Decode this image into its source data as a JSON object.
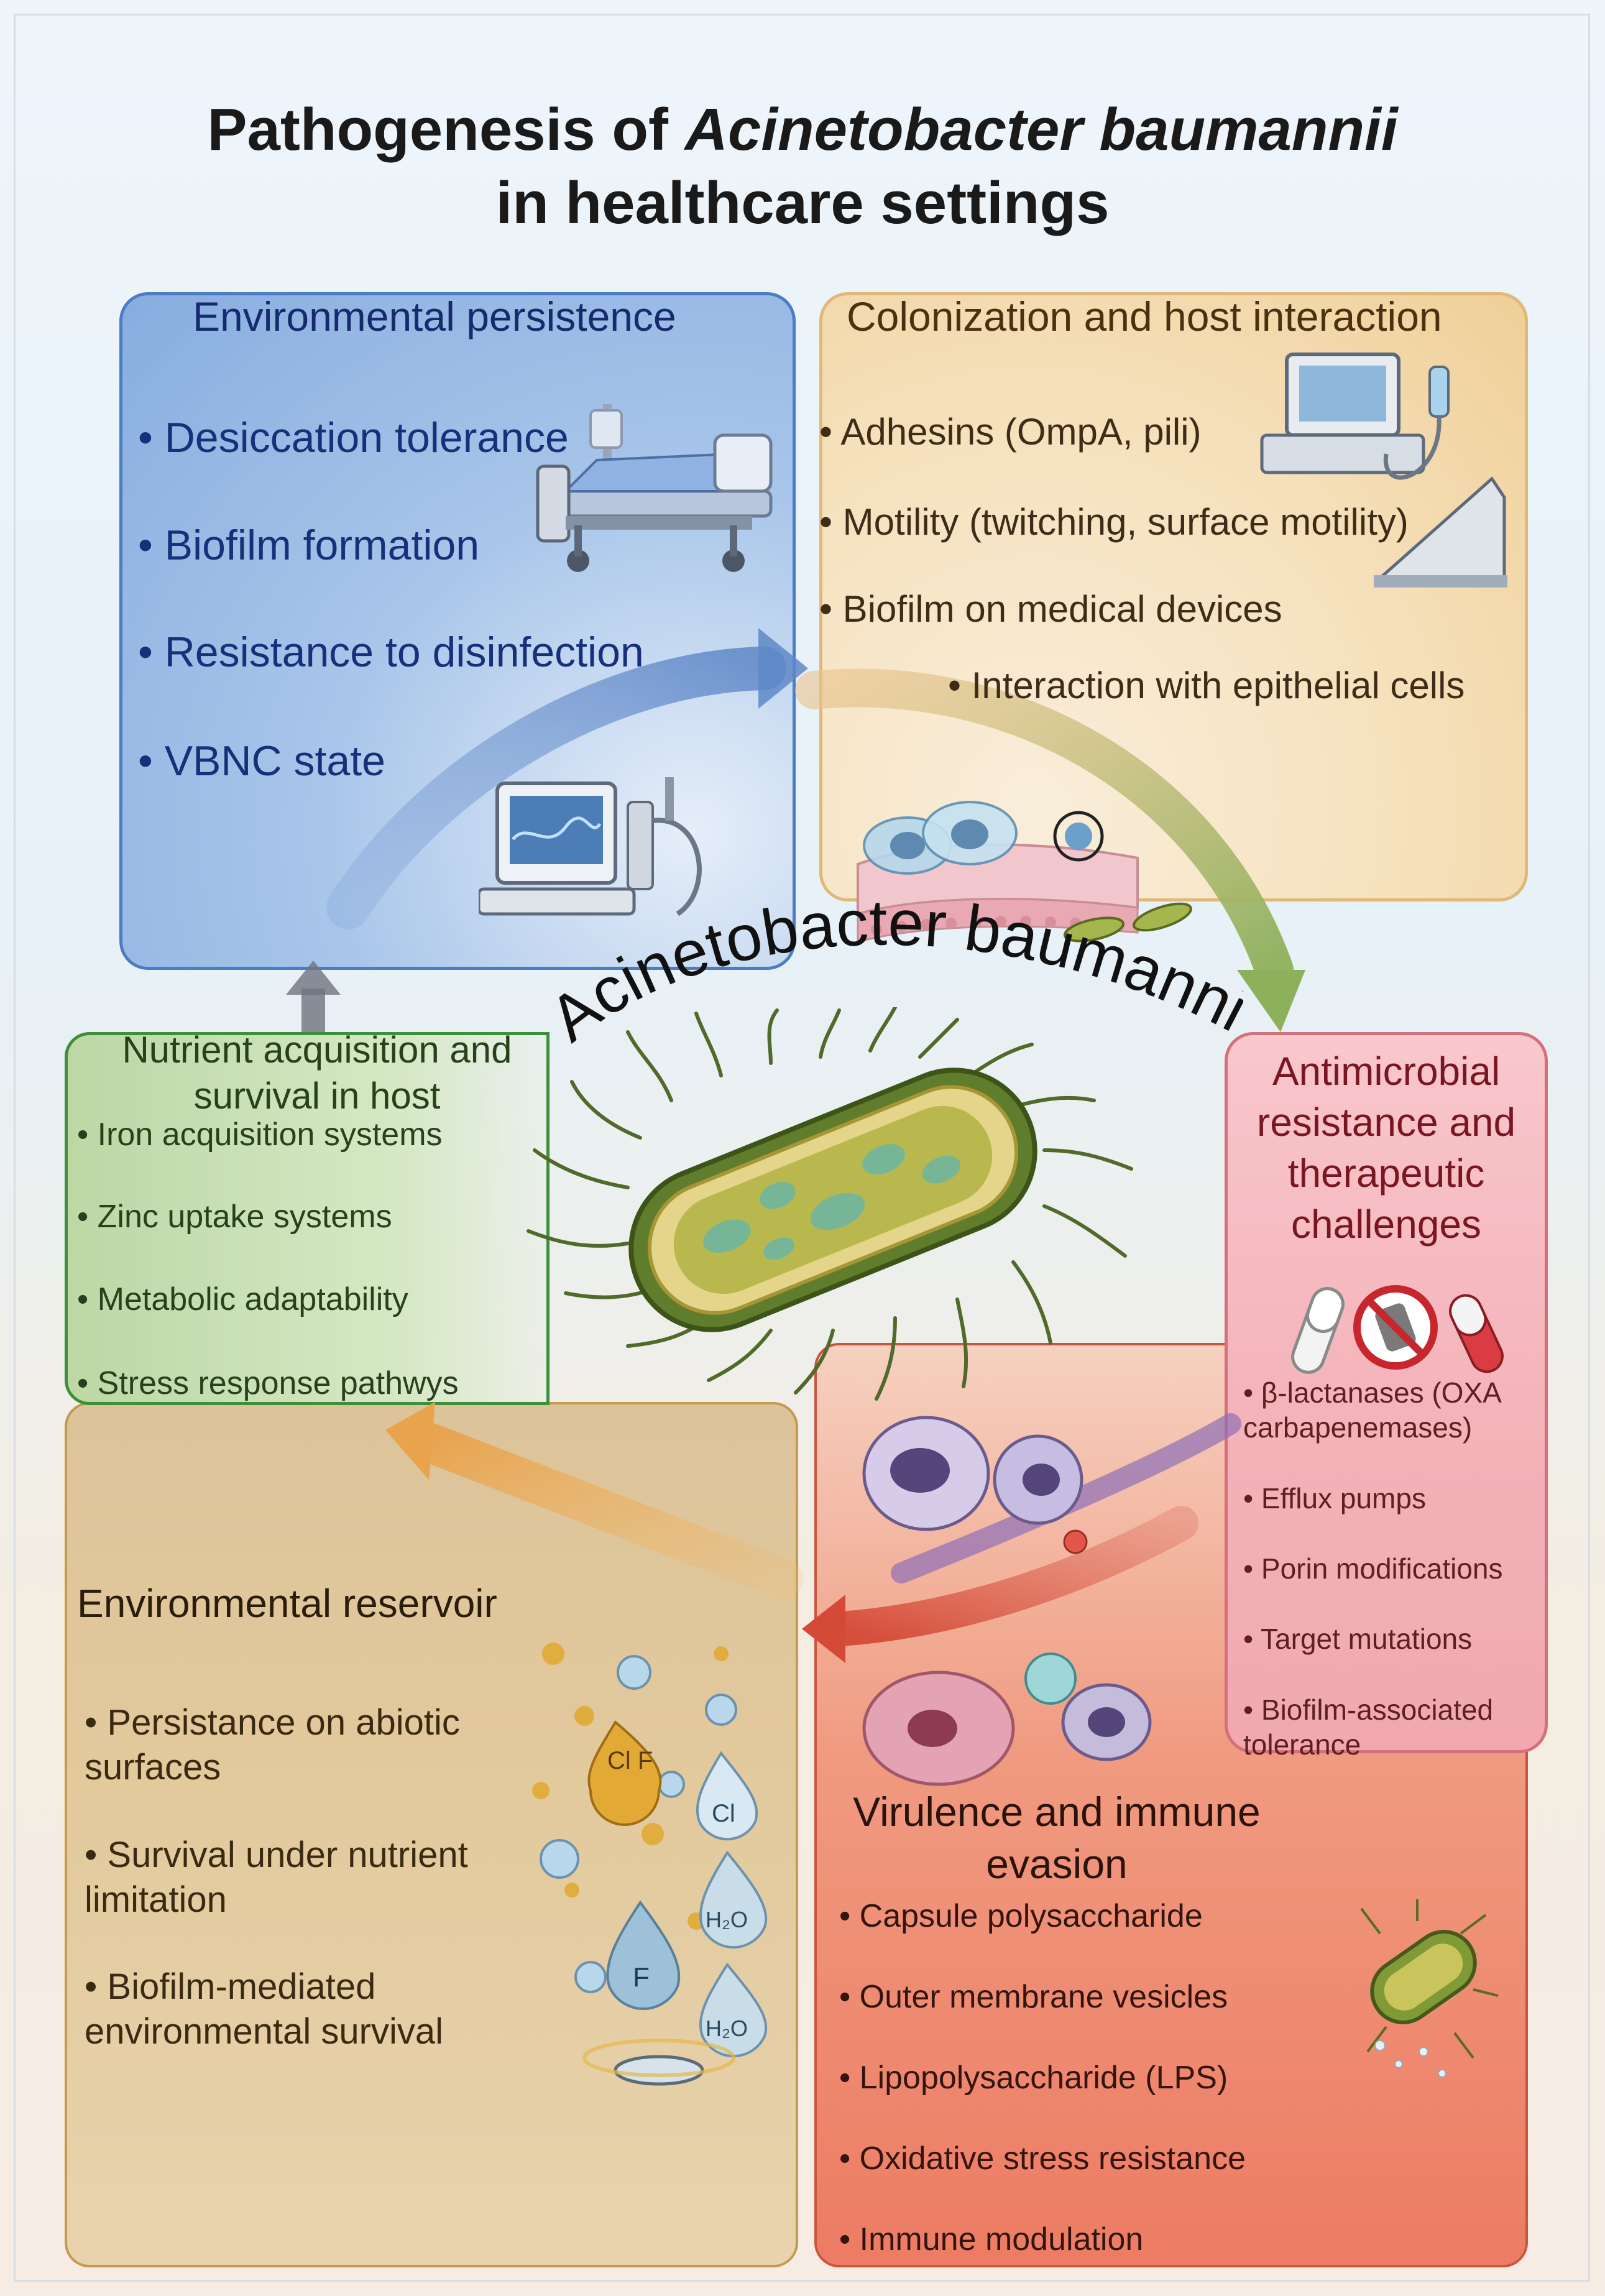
{
  "title": {
    "line1_prefix": "Pathogenesis of ",
    "line1_italic": "Acinetobacter baumannii",
    "line2": "in healthcare settings"
  },
  "center_label": "Acinetobacter baumannii",
  "env_persistence": {
    "heading": "Environmental persistence",
    "items": [
      "• Desiccation tolerance",
      "• Biofilm formation",
      "• Resistance to disinfection",
      "• VBNC state"
    ]
  },
  "colonization": {
    "heading": "Colonization and host interaction",
    "items": [
      "• Adhesins (OmpA, pili)",
      "• Motility (twitching, surface motility)",
      "• Biofilm on medical devices",
      "• Interaction with epithelial cells"
    ]
  },
  "amr": {
    "heading": "Antimicrobial resistance and therapeutic challenges",
    "items": [
      "• β-lactanases (OXA carbapenemases)",
      "• Efflux pumps",
      "• Porin modifications",
      "• Target mutations",
      "• Biofilm-associated tolerance"
    ]
  },
  "nutrient": {
    "heading": "Nutrient acquisition and survival in host",
    "items": [
      "• Iron acquisition systems",
      "• Zinc uptake systems",
      "• Metabolic adaptability",
      "• Stress response pathwys"
    ]
  },
  "reservoir": {
    "heading": "Environmental reservoir",
    "items": [
      "• Persistance on abiotic surfaces",
      "• Survival under nutrient limitation",
      "• Biofilm-mediated environmental survival"
    ]
  },
  "virulence": {
    "heading": "Virulence and immune evasion",
    "items": [
      "• Capsule polysaccharide",
      "• Outer membrane vesicles",
      "• Lipopolysaccharide (LPS)",
      "• Oxidative stress resistance",
      "• Immune modulation"
    ]
  },
  "droplet_labels": {
    "cl_f": "Cl F",
    "cl": "Cl",
    "h2o_a": "H₂O",
    "f": "F",
    "h2o_b": "H₂O"
  },
  "colors": {
    "env_border": "#4c7cc4",
    "col_border": "#e0b878",
    "amr_border": "#d4707e",
    "nut_border": "#3e8f3a",
    "res_border": "#c59a4e",
    "vir_border": "#c9553f"
  },
  "icons": [
    "hospital-bed-icon",
    "medical-monitor-icon",
    "ventilator-icon",
    "epithelial-cells-icon",
    "antibiotic-capsule-icon",
    "no-drug-icon",
    "immune-cell-icon",
    "water-droplet-icon",
    "bacterium-icon"
  ]
}
